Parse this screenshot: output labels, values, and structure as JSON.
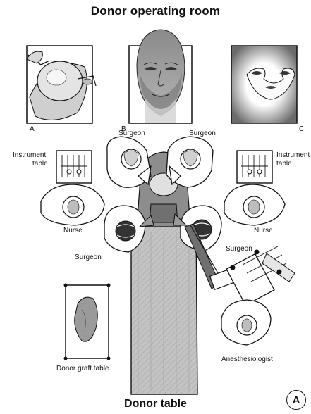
{
  "figure": {
    "title": "Donor operating room",
    "footer": "Donor table",
    "badge": "A",
    "panels": [
      "A",
      "B",
      "C"
    ],
    "labels": {
      "surgeon_top_left": "Surgeon",
      "surgeon_top_right": "Surgeon",
      "surgeon_left": "Surgeon",
      "surgeon_right": "Surgeon",
      "instrument_left_1": "Instrument",
      "instrument_left_2": "table",
      "instrument_right_1": "Instrument",
      "instrument_right_2": "table",
      "nurse_left": "Nurse",
      "nurse_right": "Nurse",
      "donor_graft_table": "Donor graft table",
      "anesthesiologist": "Anesthesiologist"
    }
  },
  "colors": {
    "ink": "#111111",
    "shade": "#9a9a9a",
    "skin": "#8d8d8d",
    "table": "#bdbdbd",
    "drape": "#7d7d7d"
  }
}
